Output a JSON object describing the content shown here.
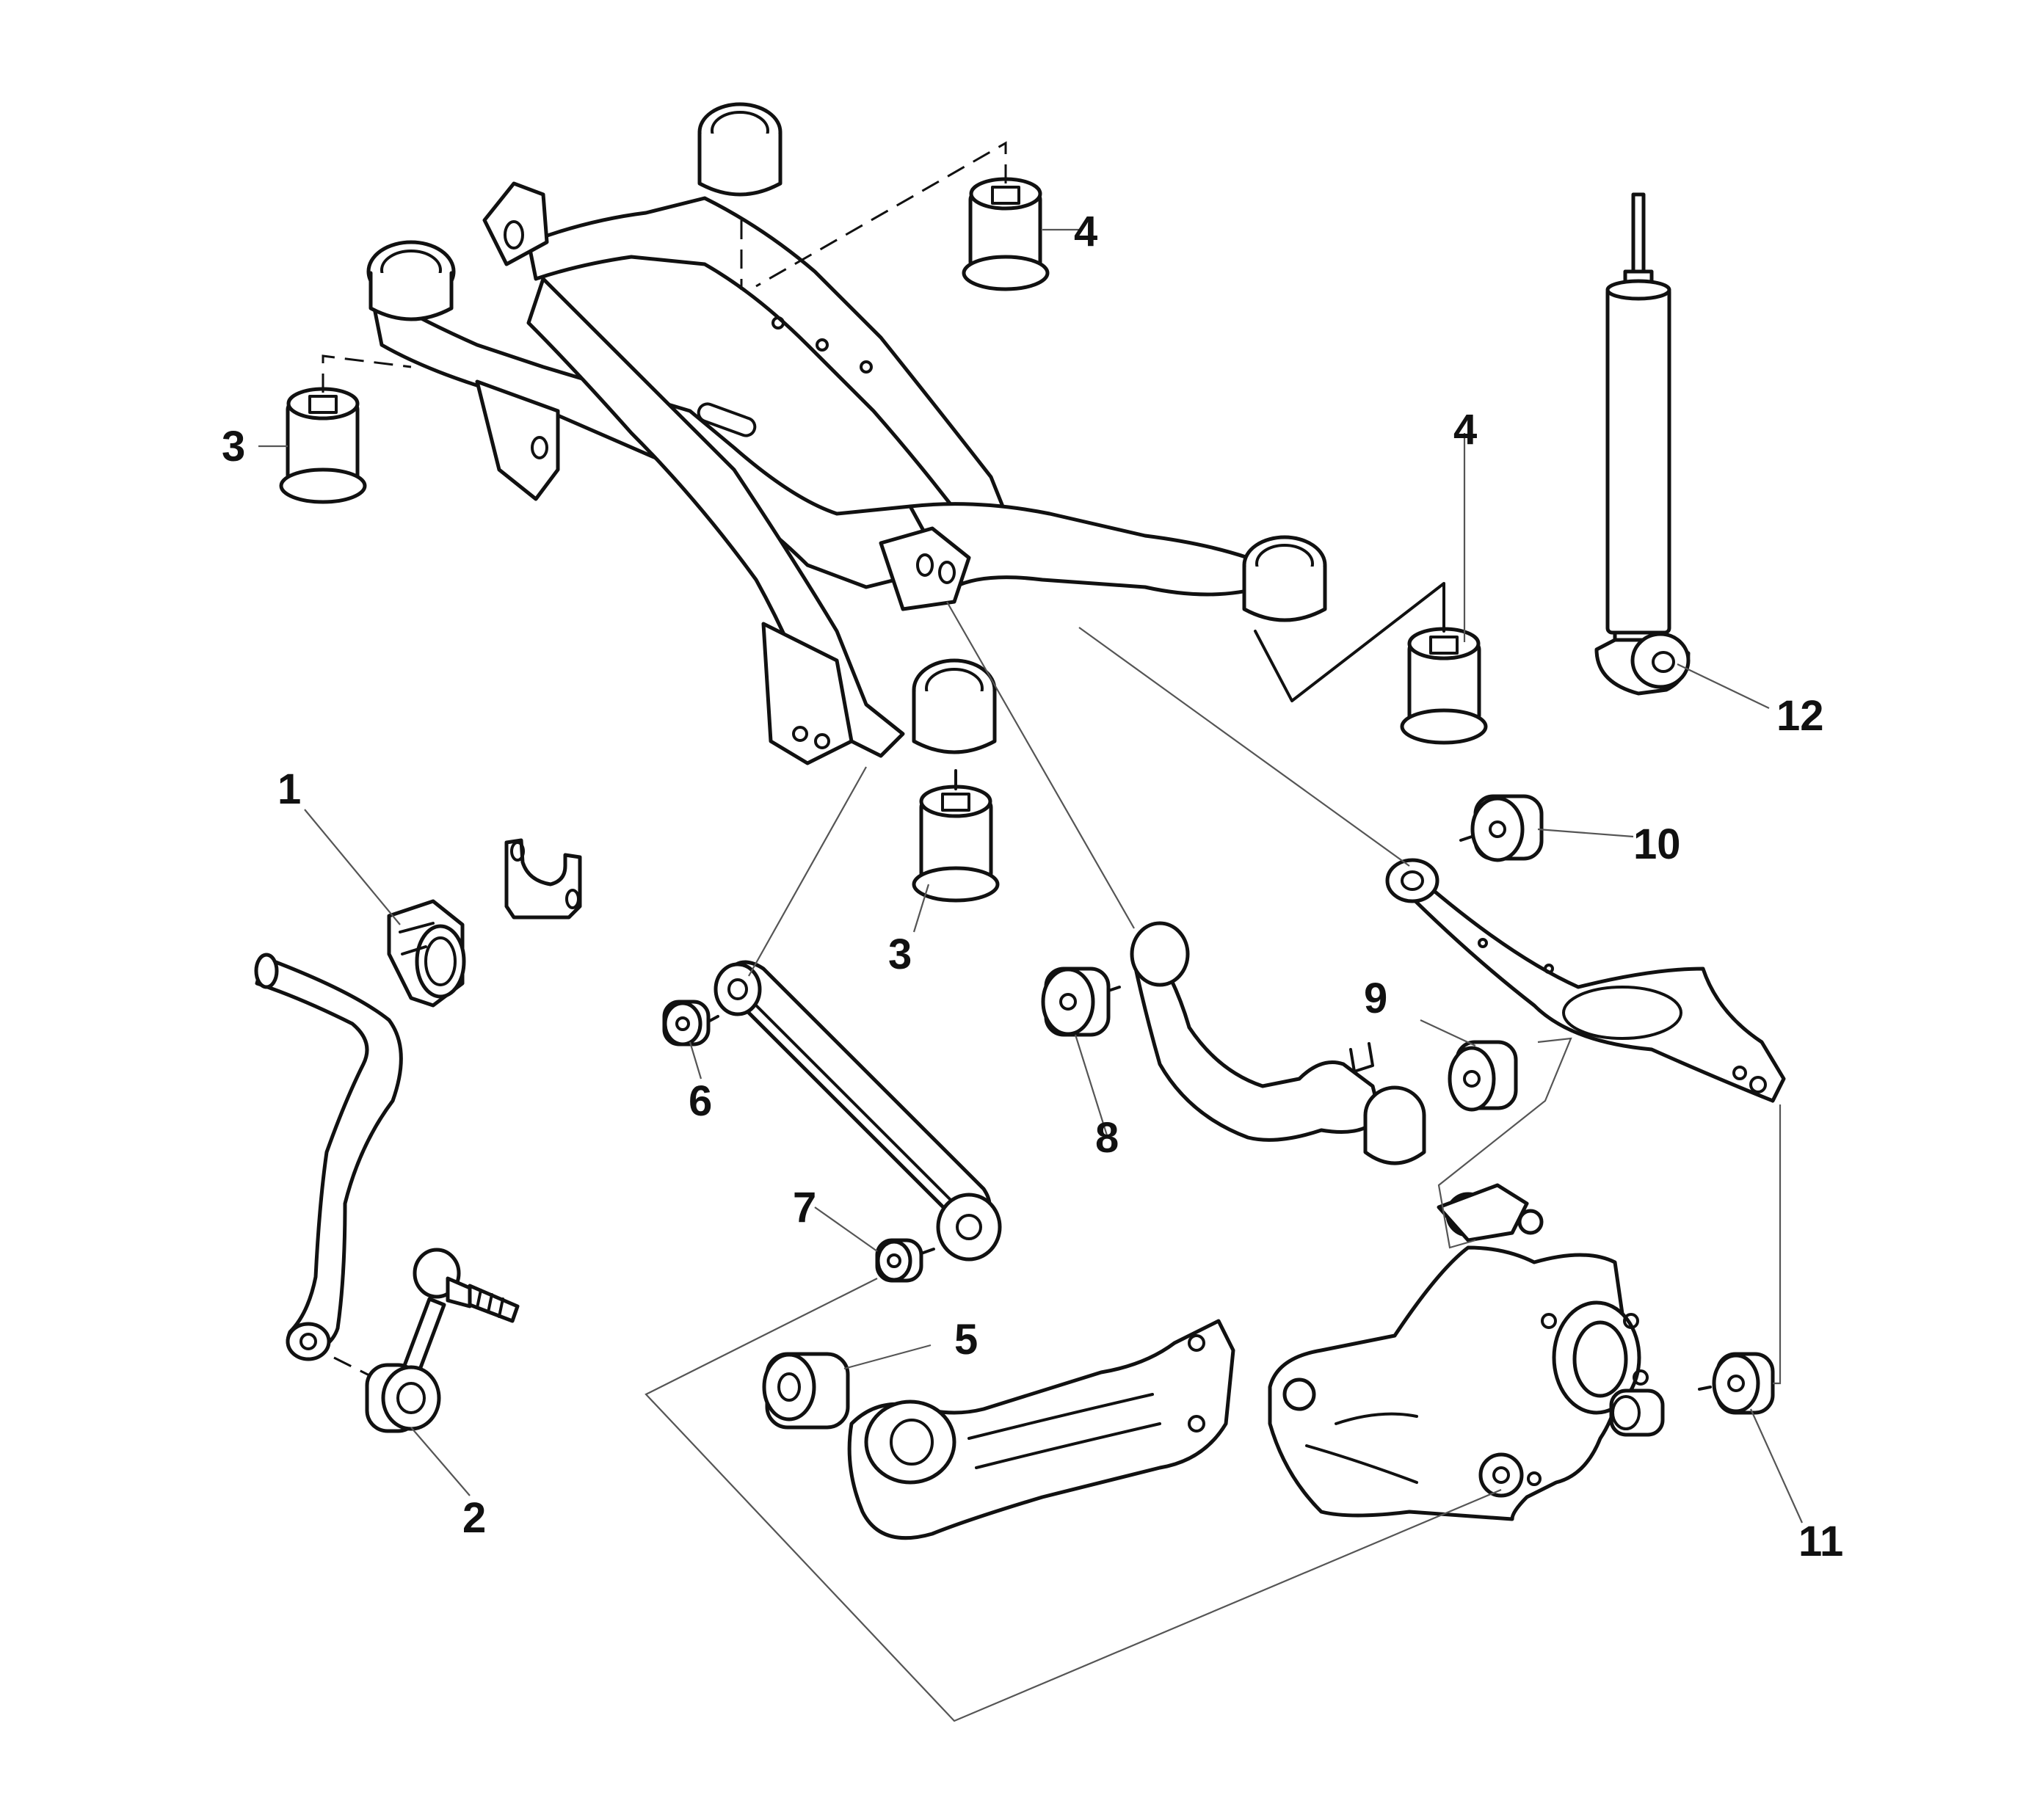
{
  "diagram": {
    "callouts": {
      "c1": "1",
      "c2": "2",
      "c3a": "3",
      "c3b": "3",
      "c4a": "4",
      "c4b": "4",
      "c5": "5",
      "c6": "6",
      "c7": "7",
      "c8": "8",
      "c9": "9",
      "c10": "10",
      "c11": "11",
      "c12": "12"
    },
    "colors": {
      "line": "#111111",
      "leader": "#555555",
      "background": "#ffffff"
    }
  }
}
